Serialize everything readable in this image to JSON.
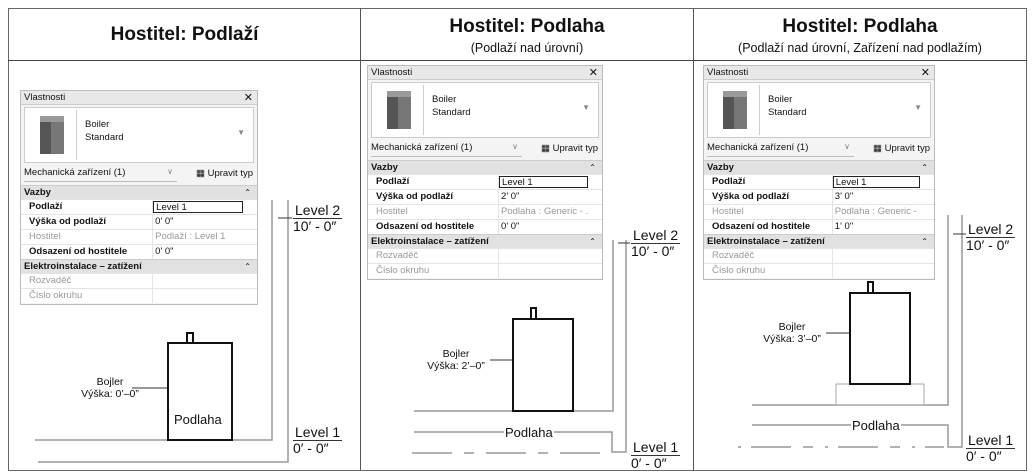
{
  "columns": [
    {
      "title": "Hostitel: Podlaží",
      "subtitle": "",
      "bojler": {
        "name": "Bojler",
        "height": "Výška: 0’–0”"
      },
      "floor_label": "Podlaha",
      "props": {
        "podlazi": "Level 1",
        "vyska": "0'  0\"",
        "hostitel": "Podlaží : Level 1",
        "odsazeni": "0'  0\""
      }
    },
    {
      "title": "Hostitel: Podlaha",
      "subtitle": "(Podlaží nad úrovní)",
      "bojler": {
        "name": "Bojler",
        "height": "Výška: 2’–0”"
      },
      "floor_label": "Podlaha",
      "props": {
        "podlazi": "Level 1",
        "vyska": "2'  0\"",
        "hostitel": "Podlaha : Generic - ...",
        "odsazeni": "0'  0\""
      }
    },
    {
      "title": "Hostitel: Podlaha",
      "subtitle": "(Podlaží nad úrovní, Zařízení nad podlažím)",
      "bojler": {
        "name": "Bojler",
        "height": "Výška: 3’–0”"
      },
      "floor_label": "Podlaha",
      "props": {
        "podlazi": "Level 1",
        "vyska": "3'  0\"",
        "hostitel": "Podlaha : Generic - ...",
        "odsazeni": "1'  0\""
      }
    }
  ],
  "palette": {
    "title": "Vlastnosti",
    "close": "✕",
    "type_name": "Boiler",
    "type_sub": "Standard",
    "category": "Mechanická zařízení (1)",
    "edit_type": "Upravit typ",
    "sec_constraints": "Vazby",
    "sec_electrical": "Elektroinstalace – zatížení",
    "k_podlazi": "Podlaží",
    "k_vyska": "Výška od podlaží",
    "k_hostitel": "Hostitel",
    "k_odsazeni": "Odsazení od hostitele",
    "k_rozvadec": "Rozvaděč",
    "k_cislo": "Číslo okruhu"
  },
  "levels": {
    "l2_name": "Level 2",
    "l2_elev": "10′ - 0″",
    "l1_name": "Level 1",
    "l1_elev": "0′ - 0″"
  }
}
